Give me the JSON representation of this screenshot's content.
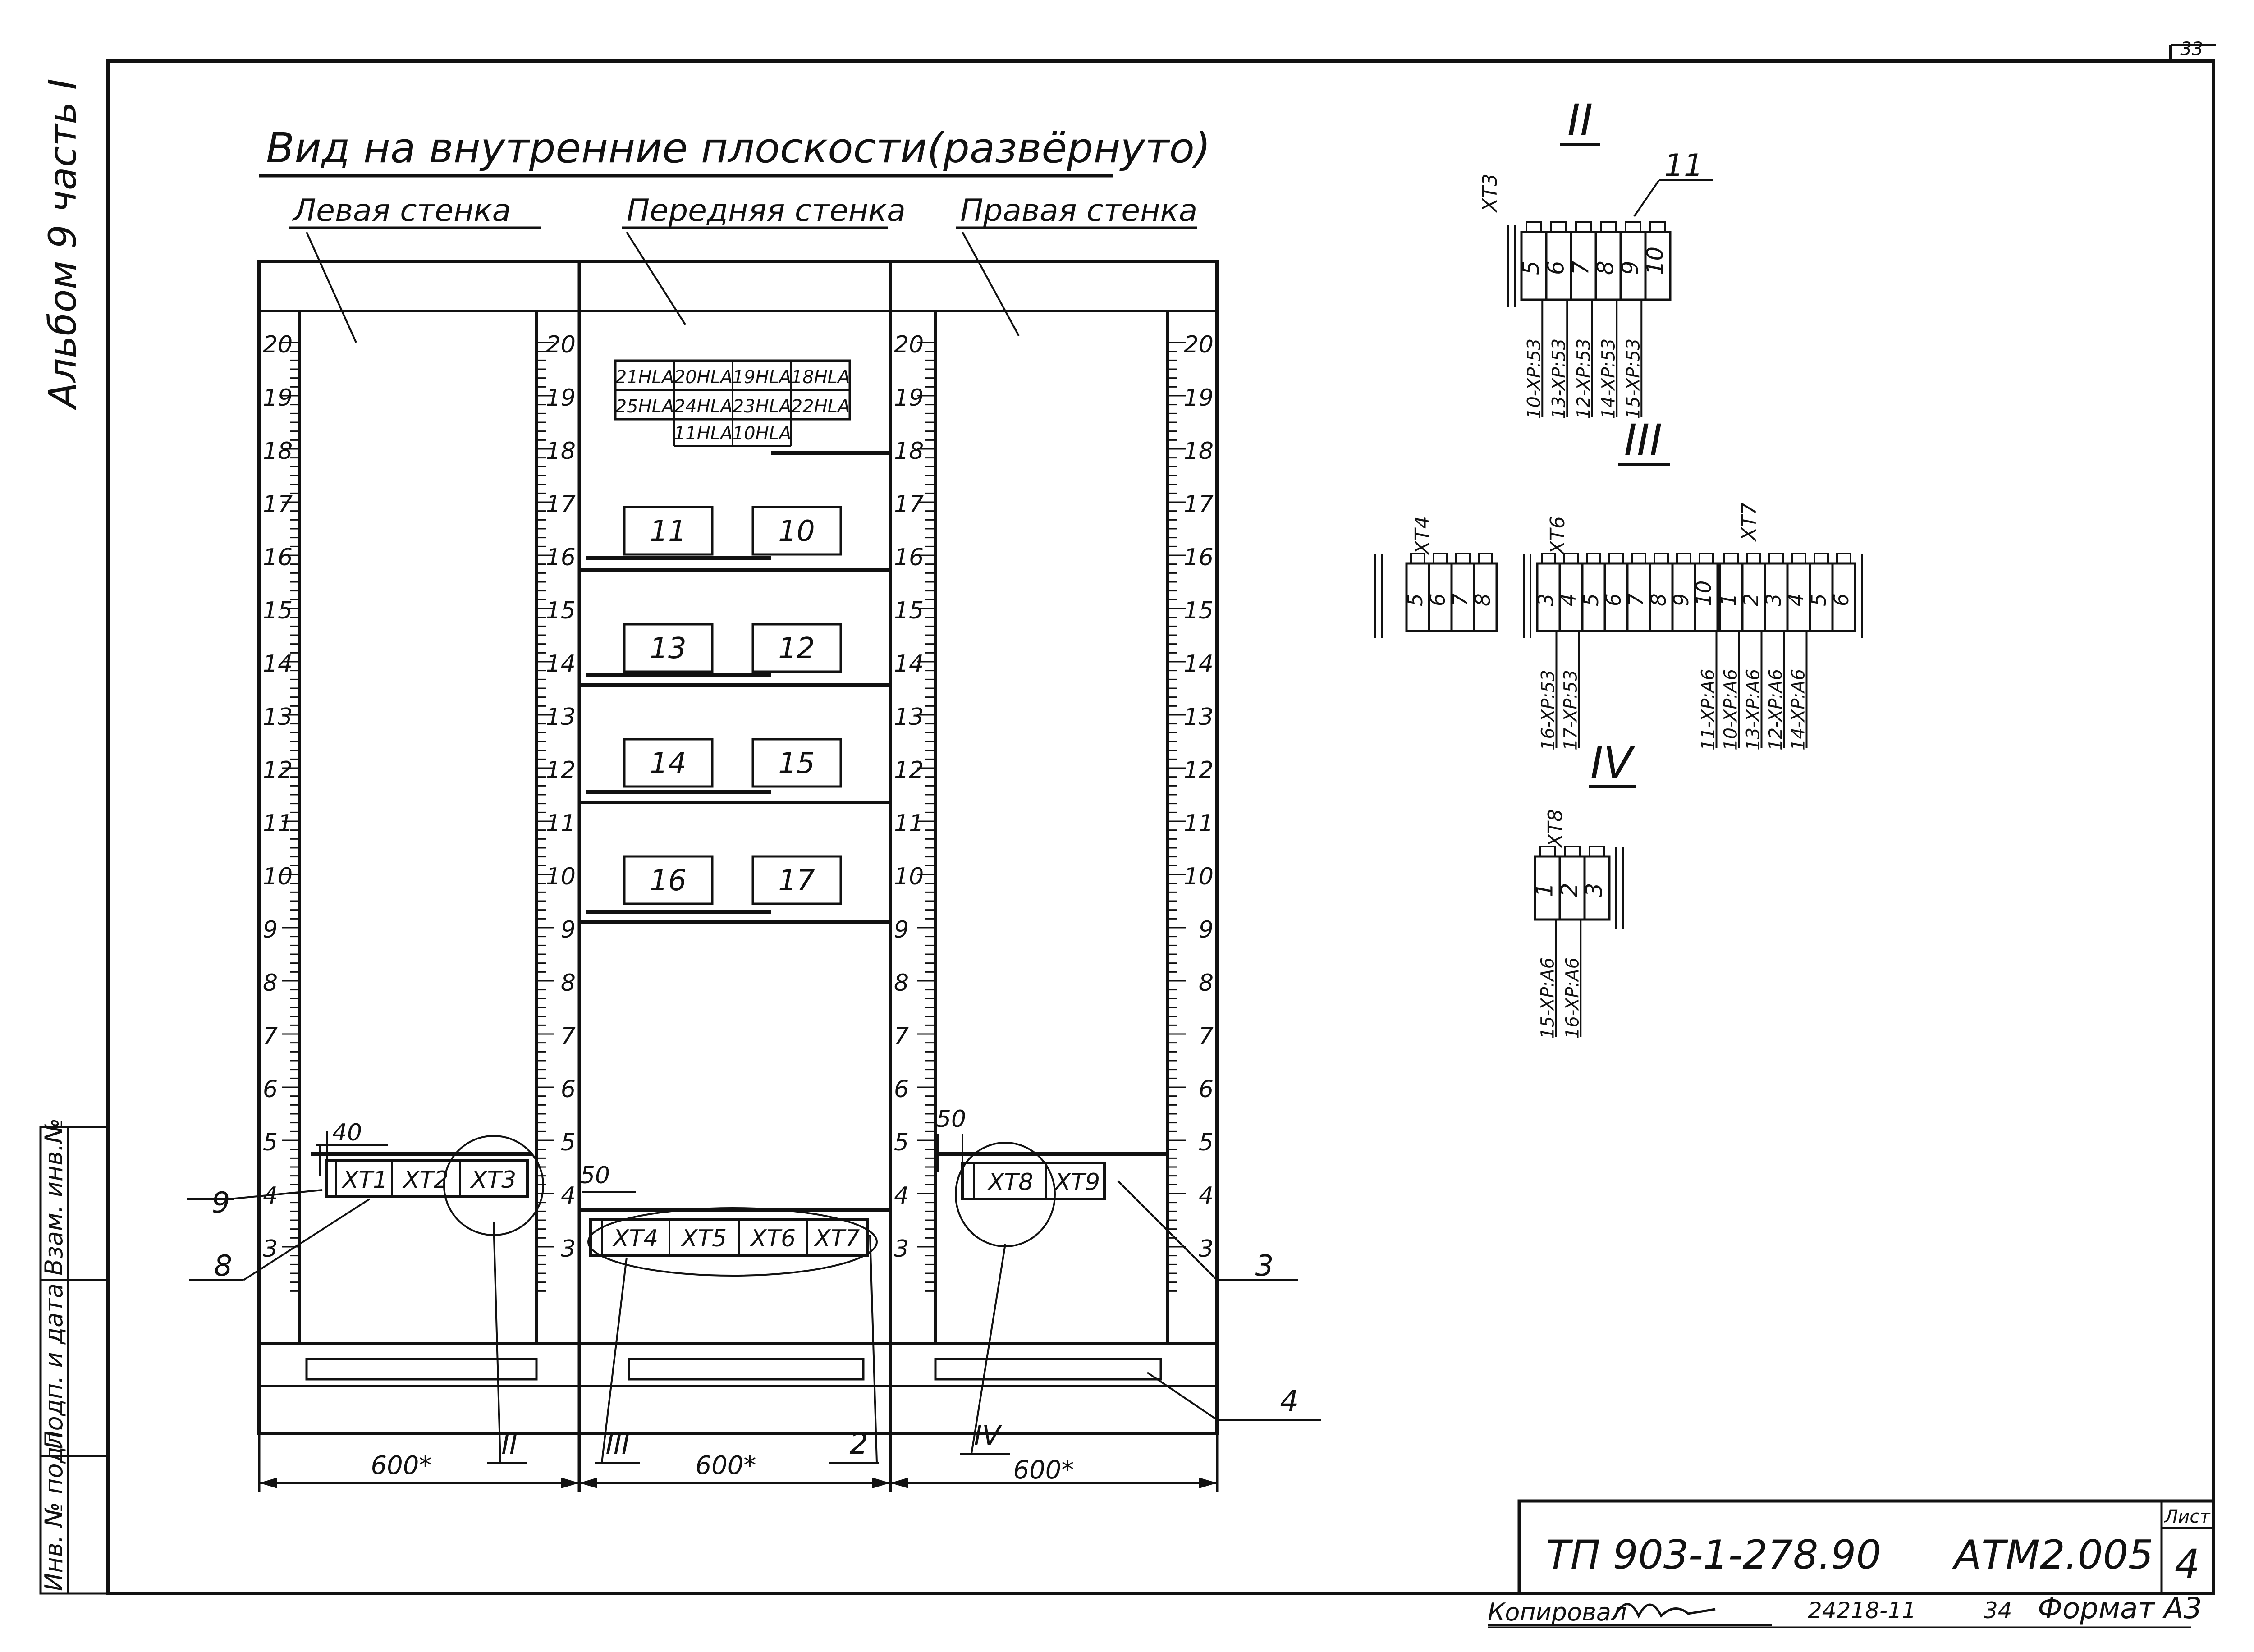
{
  "page_number": "33",
  "side_label": "Альбом 9 часть I",
  "title": "Вид на внутренние плоскости(развёрнуто)",
  "walls": {
    "left": "Левая стенка",
    "front": "Передняя стенка",
    "right": "Правая стенка"
  },
  "scale_numbers": [
    "20",
    "19",
    "18",
    "17",
    "16",
    "15",
    "14",
    "13",
    "12",
    "11",
    "10",
    "9",
    "8",
    "7",
    "6",
    "5",
    "4",
    "3"
  ],
  "hla_row1": [
    "21HLA",
    "20HLA",
    "19HLA",
    "18HLA"
  ],
  "hla_row2": [
    "25HLA",
    "24HLA",
    "23HLA",
    "22HLA"
  ],
  "hla_row3": [
    "11HLA",
    "10HLA"
  ],
  "devices": [
    "11",
    "10",
    "13",
    "12",
    "14",
    "15",
    "16",
    "17"
  ],
  "terminal_blocks": {
    "left": [
      "XT1",
      "XT2",
      "XT3"
    ],
    "front": [
      "XT4",
      "XT5",
      "XT6",
      "XT7"
    ],
    "right": [
      "XT8",
      "XT9"
    ]
  },
  "dimensions": {
    "d40": "40",
    "d50a": "50",
    "d50b": "50",
    "width_left": "600*",
    "width_front": "600*",
    "width_right": "600*"
  },
  "callouts": {
    "c9": "9",
    "c8": "8",
    "c3": "3",
    "c4": "4",
    "c2": "2",
    "view_II": "II",
    "view_III": "III",
    "view_IV": "IV",
    "c11": "11"
  },
  "view_II": {
    "label": "II",
    "block": "XT3",
    "terminals": [
      "5",
      "6",
      "7",
      "8",
      "9",
      "10"
    ],
    "wires": [
      "10-XP:53",
      "13-XP:53",
      "12-XP:53",
      "14-XP:53",
      "15-XP:53"
    ]
  },
  "view_III": {
    "label": "III",
    "blocks": [
      "XT4",
      "XT6",
      "XT7"
    ],
    "xt4_terminals": [
      "5",
      "6",
      "7",
      "8"
    ],
    "xt6_terminals": [
      "3",
      "4",
      "5",
      "6",
      "7",
      "8",
      "9",
      "10"
    ],
    "xt7_terminals": [
      "1",
      "2",
      "3",
      "4",
      "5",
      "6"
    ],
    "wires_xt6": [
      "16-XP:53",
      "17-XP:53"
    ],
    "wires_xt7": [
      "11-XP:A6",
      "10-XP:A6",
      "13-XP:A6",
      "12-XP:A6",
      "14-XP:A6"
    ]
  },
  "view_IV": {
    "label": "IV",
    "block": "XT8",
    "terminals": [
      "1",
      "2",
      "3"
    ],
    "wires": [
      "15-XP:A6",
      "16-XP:A6"
    ]
  },
  "side_stamp": [
    "Инв. № подл.",
    "Подп. и дата",
    "Взам. инв.№"
  ],
  "stamp": {
    "doc_number": "ТП 903-1-278.90",
    "code": "АТМ2.005",
    "sheet_label": "Лист",
    "sheet": "4"
  },
  "footer": {
    "copied": "Копировал",
    "order": "24218-11",
    "num": "34",
    "format": "Формат А3"
  }
}
